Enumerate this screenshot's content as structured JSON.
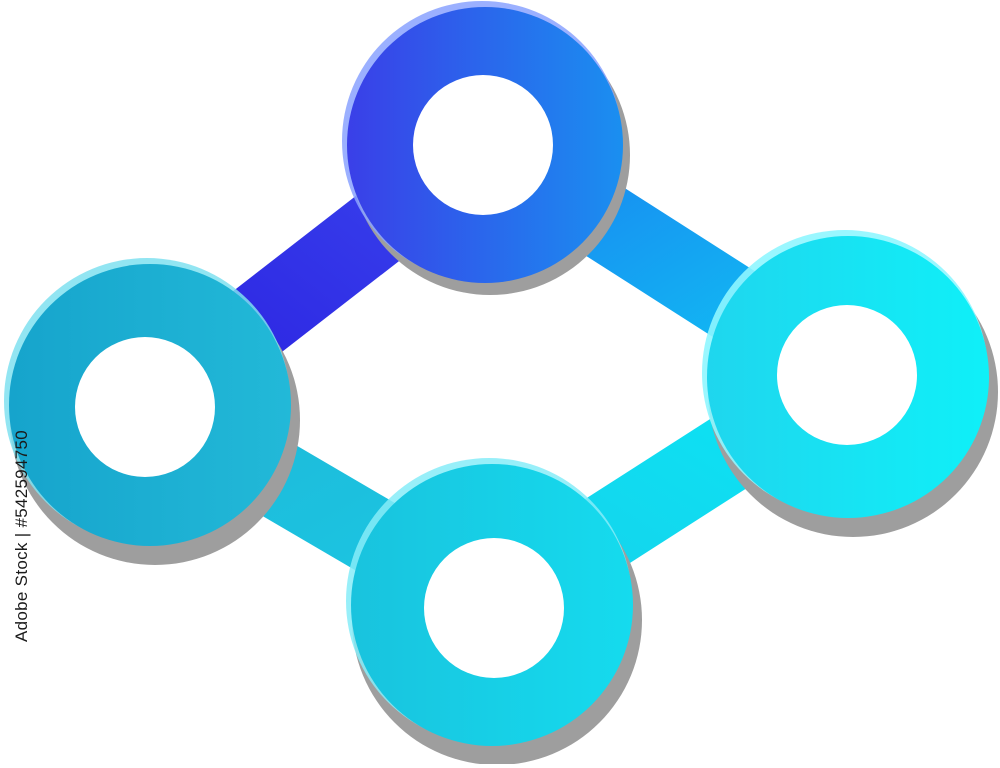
{
  "graphic": {
    "type": "network-node-diamond-icon",
    "nodes": [
      {
        "id": "top",
        "color_start": "#3a3fe8",
        "color_end": "#1a8ff0"
      },
      {
        "id": "left",
        "color_start": "#16a4cc",
        "color_end": "#22b9d8"
      },
      {
        "id": "right",
        "color_start": "#1fd6ee",
        "color_end": "#0ff0f8"
      },
      {
        "id": "bottom",
        "color_start": "#19c3de",
        "color_end": "#15dbee"
      }
    ],
    "links": [
      {
        "from": "top",
        "to": "left"
      },
      {
        "from": "top",
        "to": "right"
      },
      {
        "from": "left",
        "to": "bottom"
      },
      {
        "from": "bottom",
        "to": "right"
      }
    ],
    "shadow_color": "#9e9e9e",
    "background": "#ffffff"
  },
  "watermark": {
    "stock_id": "Adobe Stock | #542594750"
  }
}
